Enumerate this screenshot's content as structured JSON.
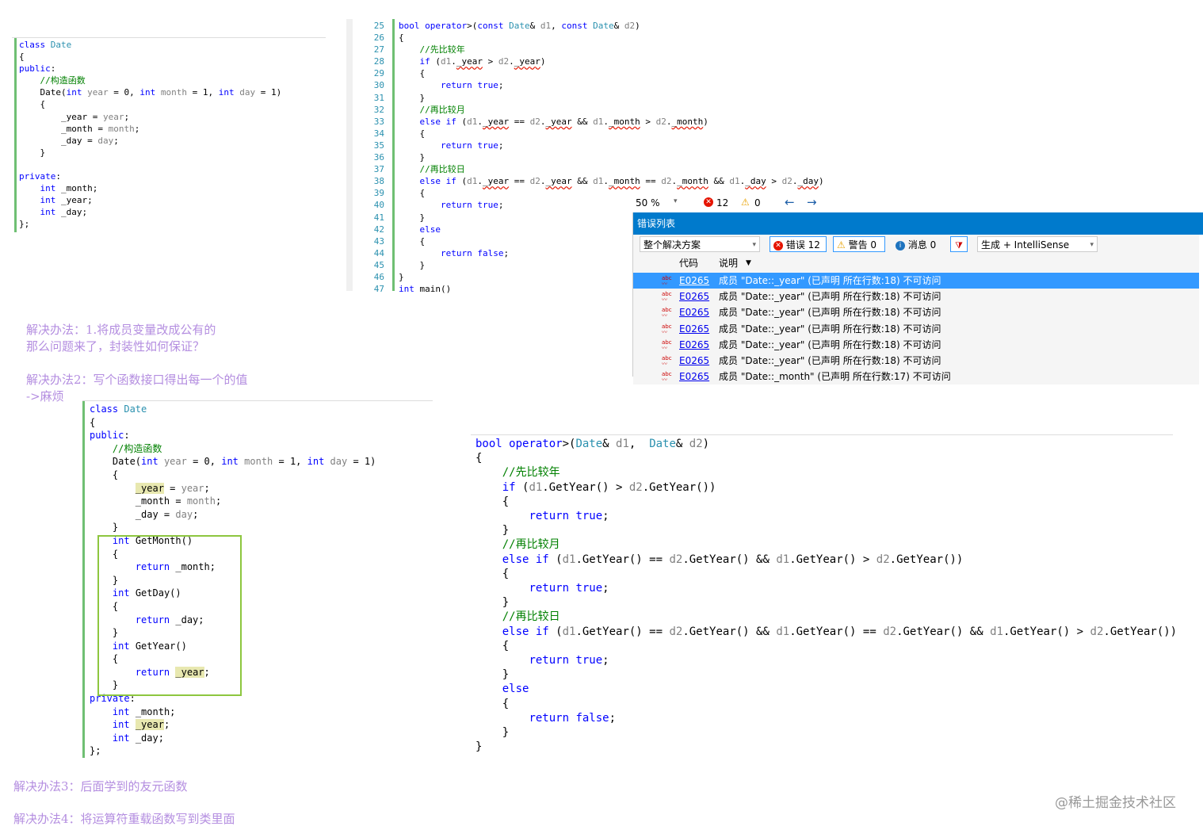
{
  "panel1": {
    "lines": [
      [
        "<span class='kw'>class</span> <span class='ty'>Date</span>"
      ],
      [
        "{"
      ],
      [
        "<span class='kw'>public</span>:"
      ],
      [
        "    <span class='cm'>//构造函数</span>"
      ],
      [
        "    Date(<span class='kw'>int</span> <span class='par'>year</span> = 0, <span class='kw'>int</span> <span class='par'>month</span> = 1, <span class='kw'>int</span> <span class='par'>day</span> = 1)"
      ],
      [
        "    {"
      ],
      [
        "        _year = <span class='par'>year</span>;"
      ],
      [
        "        _month = <span class='par'>month</span>;"
      ],
      [
        "        _day = <span class='par'>day</span>;"
      ],
      [
        "    }"
      ],
      [
        ""
      ],
      [
        "<span class='kw'>private</span>:"
      ],
      [
        "    <span class='kw'>int</span> _month;"
      ],
      [
        "    <span class='kw'>int</span> _year;"
      ],
      [
        "    <span class='kw'>int</span> _day;"
      ],
      [
        "};"
      ]
    ]
  },
  "panel2": {
    "line_numbers": [
      "25",
      "26",
      "27",
      "28",
      "29",
      "30",
      "31",
      "32",
      "33",
      "34",
      "35",
      "36",
      "37",
      "38",
      "39",
      "40",
      "41",
      "42",
      "43",
      "44",
      "45",
      "46",
      "47"
    ],
    "lines": [
      "<span class='kw'>bool</span> <span class='kw'>operator</span>&gt;(<span class='kw'>const</span> <span class='ty'>Date</span>&amp; <span class='par'>d1</span>, <span class='kw'>const</span> <span class='ty'>Date</span>&amp; <span class='par'>d2</span>)",
      "{",
      "    <span class='cm'>//先比较年</span>",
      "    <span class='kw'>if</span> (<span class='par'>d1</span>.<span class='err'>_year</span> &gt; <span class='par'>d2</span>.<span class='err'>_year</span>)",
      "    {",
      "        <span class='kw'>return</span> <span class='kw'>true</span>;",
      "    }",
      "    <span class='cm'>//再比较月</span>",
      "    <span class='kw'>else</span> <span class='kw'>if</span> (<span class='par'>d1</span>.<span class='err'>_year</span> == <span class='par'>d2</span>.<span class='err'>_year</span> &amp;&amp; <span class='par'>d1</span>.<span class='err'>_month</span> &gt; <span class='par'>d2</span>.<span class='err'>_month</span>)",
      "    {",
      "        <span class='kw'>return</span> <span class='kw'>true</span>;",
      "    }",
      "    <span class='cm'>//再比较日</span>",
      "    <span class='kw'>else</span> <span class='kw'>if</span> (<span class='par'>d1</span>.<span class='err'>_year</span> == <span class='par'>d2</span>.<span class='err'>_year</span> &amp;&amp; <span class='par'>d1</span>.<span class='err'>_month</span> == <span class='par'>d2</span>.<span class='err'>_month</span> &amp;&amp; <span class='par'>d1</span>.<span class='err'>_day</span> &gt; <span class='par'>d2</span>.<span class='err'>_day</span>)",
      "    {",
      "        <span class='kw'>return</span> <span class='kw'>true</span>;",
      "    }",
      "    <span class='kw'>else</span>",
      "    {",
      "        <span class='kw'>return</span> <span class='kw'>false</span>;",
      "    }",
      "}",
      "<span class='kw'>int</span> main()"
    ]
  },
  "toolbar": {
    "zoom": "50 %",
    "errors": "12",
    "warnings": "0"
  },
  "error_list": {
    "title": "错误列表",
    "scope": "整个解决方案",
    "errors_btn": "错误 12",
    "warnings_btn": "警告 0",
    "messages_btn": "消息 0",
    "build_filter": "生成 + IntelliSense",
    "col_code": "代码",
    "col_desc": "说明",
    "rows": [
      {
        "code": "E0265",
        "desc": "成员 \"Date::_year\" (已声明 所在行数:18) 不可访问"
      },
      {
        "code": "E0265",
        "desc": "成员 \"Date::_year\" (已声明 所在行数:18) 不可访问"
      },
      {
        "code": "E0265",
        "desc": "成员 \"Date::_year\" (已声明 所在行数:18) 不可访问"
      },
      {
        "code": "E0265",
        "desc": "成员 \"Date::_year\" (已声明 所在行数:18) 不可访问"
      },
      {
        "code": "E0265",
        "desc": "成员 \"Date::_year\" (已声明 所在行数:18) 不可访问"
      },
      {
        "code": "E0265",
        "desc": "成员 \"Date::_year\" (已声明 所在行数:18) 不可访问"
      },
      {
        "code": "E0265",
        "desc": "成员 \"Date::_month\" (已声明 所在行数:17) 不可访问"
      }
    ]
  },
  "notes": {
    "note1": "解决办法：1.将成员变量改成公有的\n那么问题来了，封装性如何保证？",
    "note2": "解决办法2：写个函数接口得出每一个的值\n->麻烦",
    "note3": "解决办法3：后面学到的友元函数",
    "note4": "解决办法4：将运算符重载函数写到类里面"
  },
  "panel3": {
    "lines": [
      "<span class='kw'>class</span> <span class='ty'>Date</span>",
      "{",
      "<span class='kw'>public</span>:",
      "    <span class='cm'>//构造函数</span>",
      "    Date(<span class='kw'>int</span> <span class='par'>year</span> = 0, <span class='kw'>int</span> <span class='par'>month</span> = 1, <span class='kw'>int</span> <span class='par'>day</span> = 1)",
      "    {",
      "        <span style='background:#e8e8b0'>_year</span> = <span class='par'>year</span>;",
      "        _month = <span class='par'>month</span>;",
      "        _day = <span class='par'>day</span>;",
      "    }",
      "    <span class='kw'>int</span> GetMonth()",
      "    {",
      "        <span class='kw'>return</span> _month;",
      "    }",
      "    <span class='kw'>int</span> GetDay()",
      "    {",
      "        <span class='kw'>return</span> _day;",
      "    }",
      "    <span class='kw'>int</span> GetYear()",
      "    {",
      "        <span class='kw'>return</span> <span style='background:#e8e8b0'>_year</span>;",
      "    }",
      "<span class='kw'>private</span>:",
      "    <span class='kw'>int</span> _month;",
      "    <span class='kw'>int</span> <span style='background:#e8e8b0'>_year</span>;",
      "    <span class='kw'>int</span> _day;",
      "};"
    ]
  },
  "panel4": {
    "lines": [
      "<span class='kw'>bool</span> <span class='kw'>operator</span>&gt;(<span class='ty'>Date</span>&amp; <span class='par'>d1</span>,  <span class='ty'>Date</span>&amp; <span class='par'>d2</span>)",
      "{",
      "    <span class='cm'>//先比较年</span>",
      "    <span class='kw'>if</span> (<span class='par'>d1</span>.GetYear() &gt; <span class='par'>d2</span>.GetYear())",
      "    {",
      "        <span class='kw'>return</span> <span class='kw'>true</span>;",
      "    }",
      "    <span class='cm'>//再比较月</span>",
      "    <span class='kw'>else</span> <span class='kw'>if</span> (<span class='par'>d1</span>.GetYear() == <span class='par'>d2</span>.GetYear() &amp;&amp; <span class='par'>d1</span>.GetYear() &gt; <span class='par'>d2</span>.GetYear())",
      "    {",
      "        <span class='kw'>return</span> <span class='kw'>true</span>;",
      "    }",
      "    <span class='cm'>//再比较日</span>",
      "    <span class='kw'>else</span> <span class='kw'>if</span> (<span class='par'>d1</span>.GetYear() == <span class='par'>d2</span>.GetYear() &amp;&amp; <span class='par'>d1</span>.GetYear() == <span class='par'>d2</span>.GetYear() &amp;&amp; <span class='par'>d1</span>.GetYear() &gt; <span class='par'>d2</span>.GetYear())",
      "    {",
      "        <span class='kw'>return</span> <span class='kw'>true</span>;",
      "    }",
      "    <span class='kw'>else</span>",
      "    {",
      "        <span class='kw'>return</span> <span class='kw'>false</span>;",
      "    }",
      "}"
    ]
  },
  "watermark": "@稀土掘金技术社区"
}
